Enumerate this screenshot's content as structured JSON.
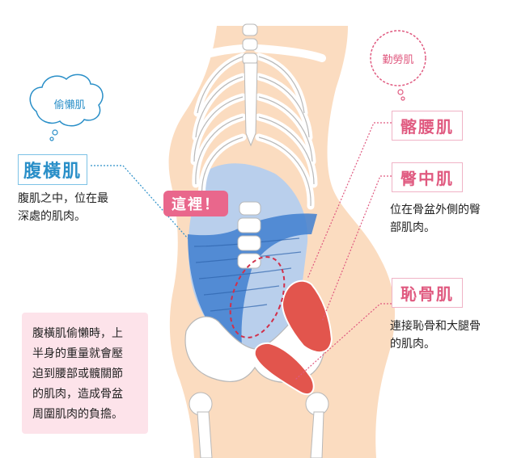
{
  "labels": {
    "lazy_muscle": "偷懶肌",
    "working_muscle": "勤勞肌",
    "here": "這裡！"
  },
  "muscles": [
    {
      "name": "腹橫肌",
      "desc": "腹肌之中，位在最\n深處的肌肉。"
    },
    {
      "name": "髂腰肌",
      "desc": ""
    },
    {
      "name": "臀中肌",
      "desc": "位在骨盆外側的臀\n部肌肉。"
    },
    {
      "name": "恥骨肌",
      "desc": "連接恥骨和大腿骨\n的肌肉。"
    }
  ],
  "note": "腹橫肌偷懶時，上\n半身的重量就會壓\n迫到腰部或髖關節\n的肌肉，造成骨盆\n周圍肌肉的負擔。",
  "colors": {
    "skin": "#fbdcc0",
    "muscle_blue_light": "#b9cfec",
    "muscle_blue_dark": "#3f7fd0",
    "muscle_red": "#e2554d",
    "bone": "#ffffff",
    "accent_blue": "#2a8fc8",
    "accent_pink": "#e05a80",
    "note_bg": "#fde3ea"
  }
}
